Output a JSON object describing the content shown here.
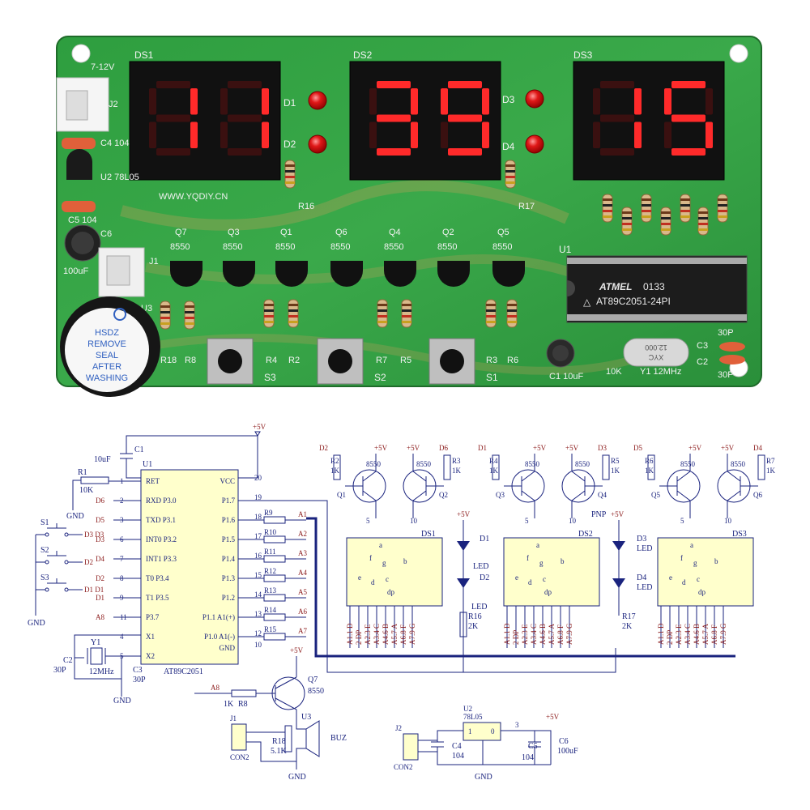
{
  "pcb": {
    "display_labels": [
      "DS1",
      "DS2",
      "DS3"
    ],
    "display_digits": [
      "11",
      "39",
      "15"
    ],
    "led_labels": [
      "D1",
      "D2",
      "D3",
      "D4"
    ],
    "transistors": [
      {
        "ref": "Q7",
        "part": "8550"
      },
      {
        "ref": "Q3",
        "part": "8550"
      },
      {
        "ref": "Q1",
        "part": "8550"
      },
      {
        "ref": "Q6",
        "part": "8550"
      },
      {
        "ref": "Q4",
        "part": "8550"
      },
      {
        "ref": "Q2",
        "part": "8550"
      },
      {
        "ref": "Q5",
        "part": "8550"
      }
    ],
    "buttons": [
      "S3",
      "S2",
      "S1"
    ],
    "resistor_labels": [
      "R16",
      "R17",
      "R18",
      "R8",
      "R4",
      "R2",
      "R7",
      "R5",
      "R3",
      "R6"
    ],
    "website": "WWW.YQDIY.CN",
    "power_label": "7-12V",
    "j2": "J2",
    "j1": "J1",
    "c4": "C4 104",
    "u2": "U2 78L05",
    "c5": "C5 104",
    "c6": "C6",
    "c6_value": "100uF",
    "u3": "U3",
    "u1": "U1",
    "buzzer_text": [
      "HSDZ",
      "REMOVE",
      "SEAL",
      "AFTER",
      "WASHING"
    ],
    "chip_brand": "ATMEL",
    "chip_code": "0133",
    "chip_name": "AT89C2051-24PI",
    "crystal_mark": "12.000",
    "crystal_text": "XYC",
    "c1_label": "C1 10uF",
    "r1_label": "10K",
    "y1_label": "Y1 12MHz",
    "c3": "C3",
    "c2": "C2",
    "c3_value": "30P",
    "c2_value": "30P"
  },
  "schematic": {
    "mcu": {
      "ref": "U1",
      "name": "AT89C2051",
      "left_pins": [
        {
          "num": "1",
          "name": "RET"
        },
        {
          "num": "2",
          "name": "RXD P3.0",
          "net": "D6"
        },
        {
          "num": "3",
          "name": "TXD P3.1",
          "net": "D5"
        },
        {
          "num": "6",
          "name": "INT0 P3.2",
          "net": "D3"
        },
        {
          "num": "7",
          "name": "INT1 P3.3",
          "net": "D4"
        },
        {
          "num": "8",
          "name": "T0 P3.4",
          "net": "D2"
        },
        {
          "num": "9",
          "name": "T1 P3.5",
          "net": "D1"
        },
        {
          "num": "11",
          "name": "P3.7",
          "net": "A8"
        },
        {
          "num": "4",
          "name": "X1"
        },
        {
          "num": "5",
          "name": "X2"
        }
      ],
      "right_pins": [
        {
          "num": "20",
          "name": "VCC"
        },
        {
          "num": "19",
          "name": "P1.7"
        },
        {
          "num": "18",
          "name": "P1.6",
          "res": "R9",
          "net": "A1"
        },
        {
          "num": "17",
          "name": "P1.5",
          "res": "R10",
          "net": "A2"
        },
        {
          "num": "16",
          "name": "P1.4",
          "res": "R11",
          "net": "A3"
        },
        {
          "num": "15",
          "name": "P1.3",
          "res": "R12",
          "net": "A4"
        },
        {
          "num": "14",
          "name": "P1.2",
          "res": "R13",
          "net": "A5"
        },
        {
          "num": "13",
          "name": "P1.1 A1(+)",
          "res": "R14",
          "net": "A6"
        },
        {
          "num": "12",
          "name": "P1.0 A1(-)",
          "res": "R15",
          "net": "A7"
        },
        {
          "num": "10",
          "name": "GND"
        }
      ]
    },
    "plus5v": "+5V",
    "gnd": "GND",
    "c1": {
      "ref": "C1",
      "value": "10uF"
    },
    "r1": {
      "ref": "R1",
      "value": "10K"
    },
    "switches": [
      {
        "ref": "S1",
        "net": "D3 D3"
      },
      {
        "ref": "S2",
        "net": "D2"
      },
      {
        "ref": "S3",
        "net": "D1 D1"
      }
    ],
    "crystal": {
      "ref": "Y1",
      "value": "12MHz"
    },
    "c2": {
      "ref": "C2",
      "value": "30P"
    },
    "c3": {
      "ref": "C3",
      "value": "30P"
    },
    "drivers": [
      {
        "ref": "Q1",
        "res": "R2",
        "rval": "1K",
        "net": "D2",
        "part": "8550",
        "pin": "5"
      },
      {
        "ref": "Q2",
        "res": "R3",
        "rval": "1K",
        "net": "D6",
        "part": "8550",
        "pin": "10"
      },
      {
        "ref": "Q3",
        "res": "R4",
        "rval": "1K",
        "net": "D1",
        "part": "8550",
        "pin": "5"
      },
      {
        "ref": "Q4",
        "res": "R5",
        "rval": "1K",
        "net": "D3",
        "part": "8550",
        "pin": "10"
      },
      {
        "ref": "Q5",
        "res": "R6",
        "rval": "1K",
        "net": "D5",
        "part": "8550",
        "pin": "5"
      },
      {
        "ref": "Q6",
        "res": "R7",
        "rval": "1K",
        "net": "D4",
        "part": "8550",
        "pin": "10"
      }
    ],
    "displays": [
      "DS1",
      "DS2",
      "DS3"
    ],
    "segment_labels": [
      "a",
      "f",
      "g",
      "b",
      "e",
      "c",
      "d",
      "dp"
    ],
    "display_pins": [
      "A1.1 D",
      "2 DP",
      "A2.3 E",
      "A3.4 C",
      "A4.6 B",
      "A5.7 A",
      "A6.8 F",
      "A7.9 G"
    ],
    "leds": [
      {
        "ref": "D1",
        "label": "LED"
      },
      {
        "ref": "D2",
        "label": "LED"
      },
      {
        "ref": "D3",
        "label": "LED"
      },
      {
        "ref": "D4",
        "label": "LED"
      }
    ],
    "r16": {
      "ref": "R16",
      "value": "2K"
    },
    "r17": {
      "ref": "R17",
      "value": "2K"
    },
    "pnp_label": "PNP",
    "buzzer": {
      "q": "Q7",
      "qpart": "8550",
      "r8": "R8",
      "r8val": "1K",
      "net": "A8",
      "j": "J1",
      "jtype": "CON2",
      "r18": "R18",
      "r18val": "5.1K",
      "u": "U3",
      "label": "BUZ"
    },
    "power": {
      "j": "J2",
      "jtype": "CON2",
      "u": "U2",
      "part": "78L05",
      "c4": "C4",
      "c4val": "104",
      "c5": "C5",
      "c5val": "104",
      "c6": "C6",
      "c6val": "100uF",
      "pin1": "1",
      "pin0": "0",
      "pin3": "3"
    }
  }
}
